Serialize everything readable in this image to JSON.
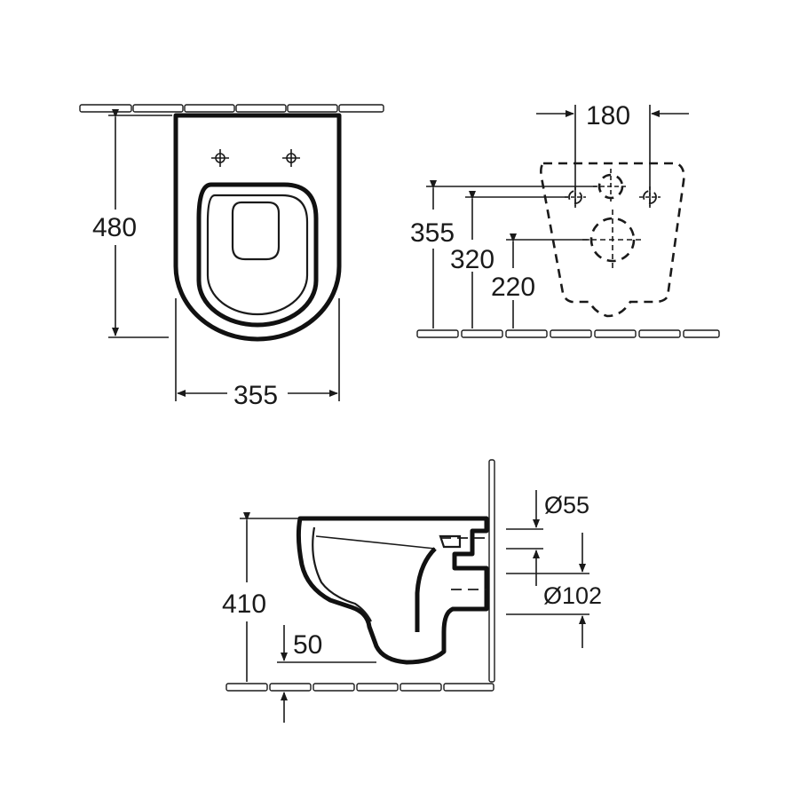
{
  "top_view": {
    "height_label": "480",
    "width_label": "355"
  },
  "rear_view": {
    "spacing_label": "180",
    "height_a_label": "355",
    "height_b_label": "320",
    "height_c_label": "220"
  },
  "side_view": {
    "height_label": "410",
    "bottom_label": "50",
    "diameter_small_label": "Ø55",
    "diameter_large_label": "Ø102"
  }
}
